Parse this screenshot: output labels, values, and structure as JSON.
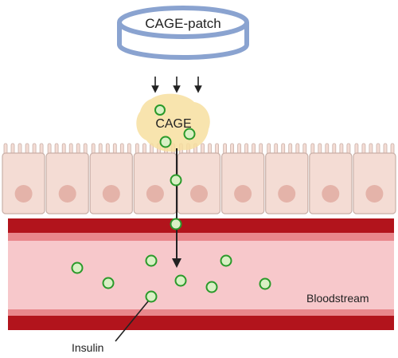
{
  "labels": {
    "patch": "CAGE-patch",
    "cage": "CAGE",
    "bloodstream": "Bloodstream",
    "insulin": "Insulin"
  },
  "colors": {
    "patch_outline": "#8aa3d0",
    "patch_fill": "#ffffff",
    "cage_blob": "#f7dfa0",
    "cell_fill": "#f4dcd4",
    "cell_outline": "#c9b0a8",
    "nucleus": "#e4b3a9",
    "vessel_wall": "#b2141c",
    "vessel_lumen": "#f7c8cb",
    "insulin_fill": "#d9f0c4",
    "insulin_stroke": "#2a9a2a",
    "arrow": "#222222"
  },
  "icons": {
    "patch": "cylinder-patch-icon",
    "cage": "cage-droplet-icon",
    "cell": "epithelial-cell-icon",
    "insulin": "insulin-molecule-icon",
    "arrow": "down-arrow-icon"
  },
  "counts": {
    "epithelial_cells": 9,
    "downward_arrows": 3
  }
}
